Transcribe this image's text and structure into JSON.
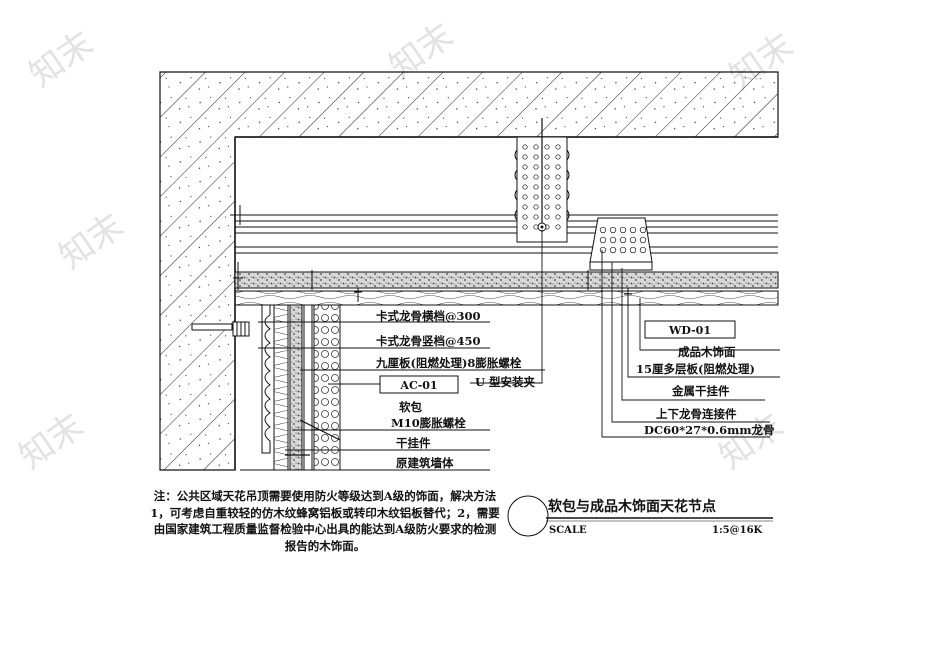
{
  "watermark": "知末",
  "labels": {
    "l1": "卡式龙骨横档@300",
    "l2": "卡式龙骨竖档@450",
    "l3": "九厘板(阻燃处理)8膨胀螺栓",
    "l4": "U 型安装夹",
    "l5": "软包",
    "l6": "M10膨胀螺栓",
    "l7": "干挂件",
    "l8": "原建筑墙体",
    "r1": "成品木饰面",
    "r2": "15厘多层板(阻燃处理)",
    "r3": "金属干挂件",
    "r4": "上下龙骨连接件",
    "r5": "DC60*27*0.6mm龙骨"
  },
  "tags": {
    "left": "AC-01",
    "right": "WD-01"
  },
  "title": {
    "main": "软包与成品木饰面天花节点",
    "scale_label": "SCALE",
    "scale_value": "1:5@16K"
  },
  "note": "注：公共区域天花吊顶需要使用防火等级达到A级的饰面，解决方法1，可考虑自重较轻的仿木纹蜂窝铝板或转印木纹铝板替代；2，需要由国家建筑工程质量监督检验中心出具的能达到A级防火要求的检测报告的木饰面。"
}
